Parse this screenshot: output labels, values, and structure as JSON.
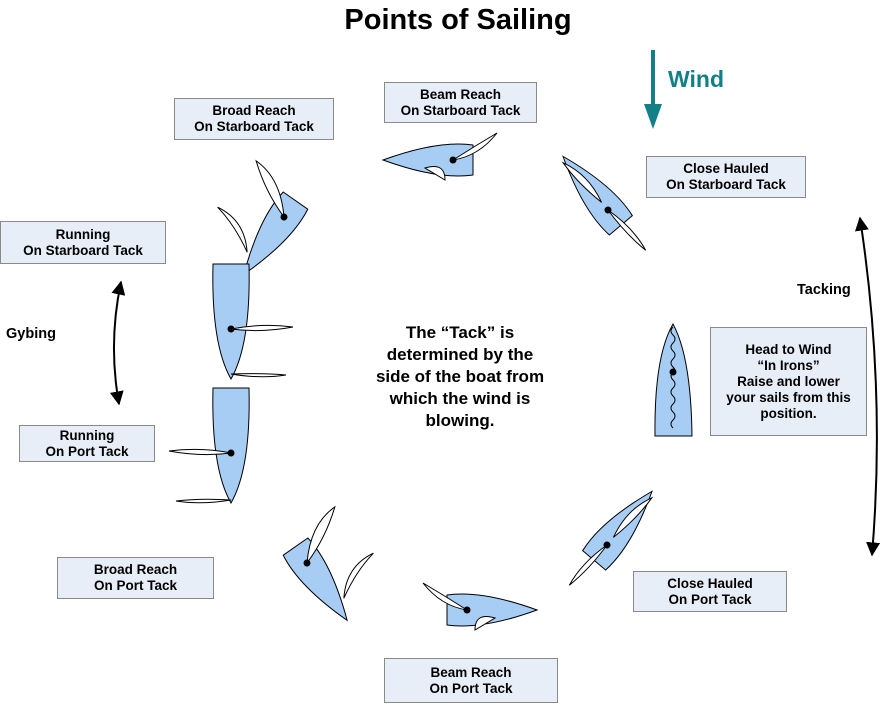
{
  "title": "Points of Sailing",
  "wind": {
    "label": "Wind",
    "arrow_color": "#138088"
  },
  "center_text": [
    "The “Tack” is",
    "determined by the",
    "side of the boat from",
    "which the wind is",
    "blowing."
  ],
  "side_labels": {
    "gybing": "Gybing",
    "tacking": "Tacking"
  },
  "labels": {
    "broad_reach_starboard": [
      "Broad Reach",
      "On Starboard Tack"
    ],
    "beam_reach_starboard": [
      "Beam Reach",
      "On Starboard Tack"
    ],
    "close_hauled_starboard": [
      "Close Hauled",
      "On Starboard Tack"
    ],
    "running_starboard": [
      "Running",
      "On Starboard Tack"
    ],
    "head_to_wind": [
      "Head to Wind",
      "“In Irons”",
      "Raise and lower",
      "your sails from this",
      "position."
    ],
    "running_port": [
      "Running",
      "On Port Tack"
    ],
    "broad_reach_port": [
      "Broad Reach",
      "On Port Tack"
    ],
    "close_hauled_port": [
      "Close Hauled",
      "On Port Tack"
    ],
    "beam_reach_port": [
      "Beam Reach",
      "On Port Tack"
    ]
  },
  "colors": {
    "hull_fill": "#a8cdf5",
    "label_fill": "#e8eef7",
    "sail_fill": "#ffffff"
  },
  "icons": [
    "wind-arrow-icon",
    "gybing-arrow-icon",
    "tacking-arrow-icon",
    "boat-icon",
    "sail-icon"
  ]
}
